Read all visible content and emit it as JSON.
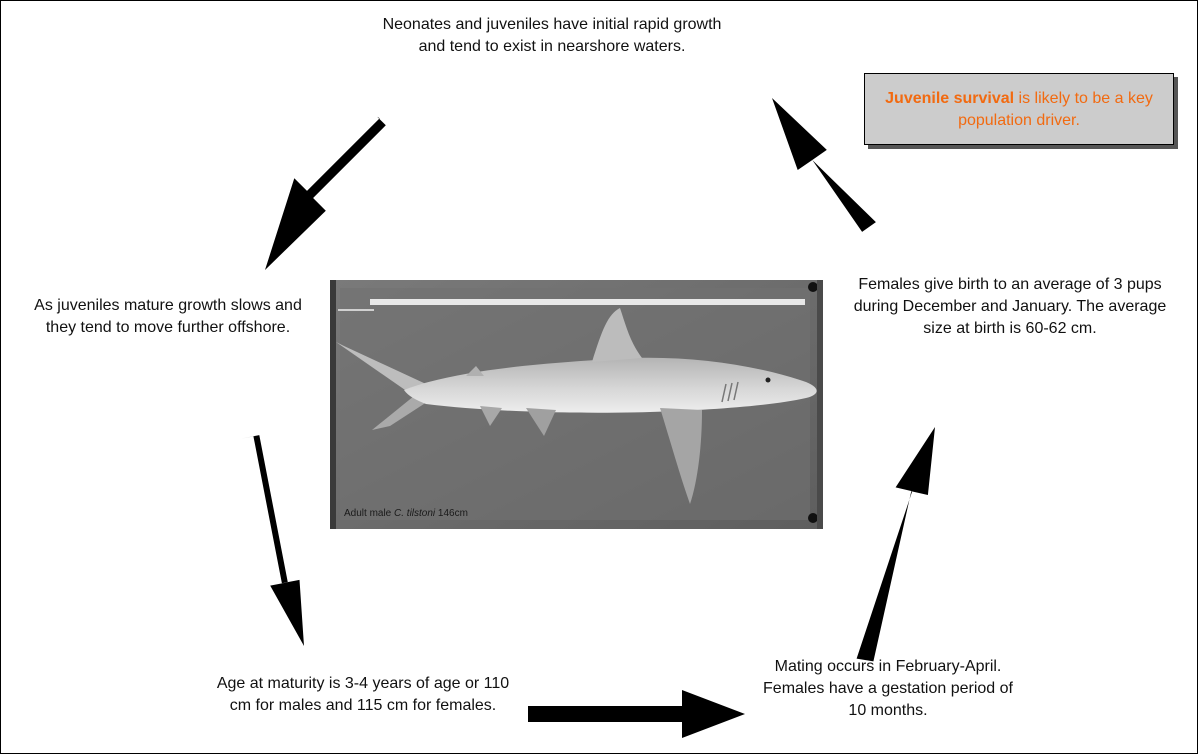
{
  "stages": {
    "top": "Neonates and juveniles have initial rapid growth and  tend to exist in nearshore waters.",
    "left": "As juveniles mature growth slows and they tend to move further offshore.",
    "bottom_left": "Age at maturity is 3-4 years of age or 110 cm for males and 115 cm for females.",
    "bottom_right": "Mating occurs in February-April. Females have a gestation period of 10 months.",
    "right": "Females give birth to an average of 3 pups during December and January. The average size at birth is 60-62 cm."
  },
  "callout": {
    "bold": "Juvenile survival",
    "rest": " is likely to be a key population driver."
  },
  "photo": {
    "caption_prefix": "Adult male ",
    "caption_species": "C. tilstoni",
    "caption_suffix": " 146cm"
  },
  "colors": {
    "callout_text": "#f26a10",
    "callout_background": "#cccccc",
    "arrow": "#000000"
  }
}
